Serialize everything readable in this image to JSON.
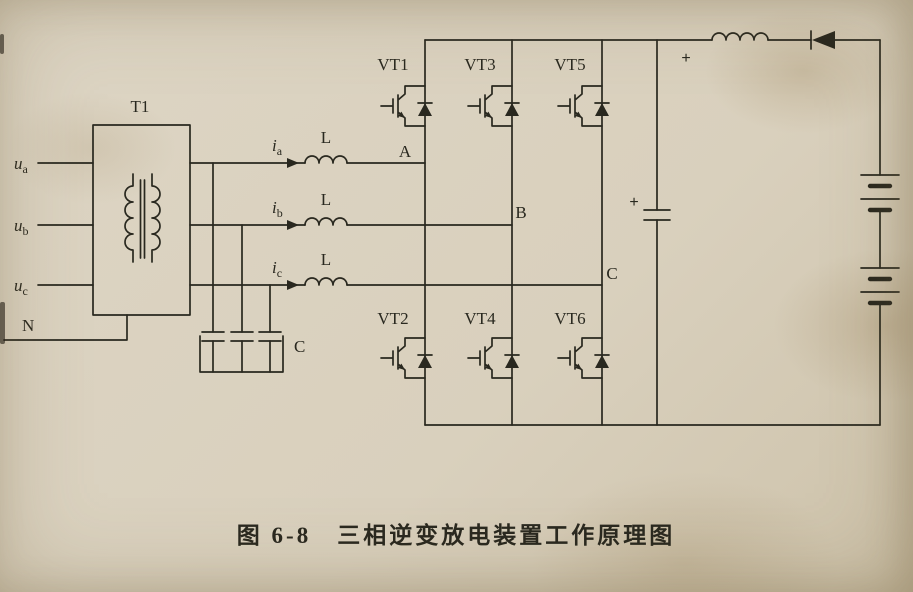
{
  "paper": {
    "bg": "#d9d0bd",
    "ink": "#29281f"
  },
  "caption": {
    "text": "图 6-8　三相逆变放电装置工作原理图"
  },
  "source": {
    "phases": [
      {
        "sym": "u",
        "sub": "a"
      },
      {
        "sym": "u",
        "sub": "b"
      },
      {
        "sym": "u",
        "sub": "c"
      }
    ],
    "neutral": "N"
  },
  "transformer": {
    "label": "T1"
  },
  "line_currents": [
    {
      "sym": "i",
      "sub": "a"
    },
    {
      "sym": "i",
      "sub": "b"
    },
    {
      "sym": "i",
      "sub": "c"
    }
  ],
  "inductor_label": "L",
  "filter_capacitor_label": "C",
  "nodes": [
    "A",
    "B",
    "C"
  ],
  "igbts": {
    "top": [
      "VT1",
      "VT3",
      "VT5"
    ],
    "bottom": [
      "VT2",
      "VT4",
      "VT6"
    ]
  },
  "dc_link_plus": "+",
  "bus_plus": "+"
}
